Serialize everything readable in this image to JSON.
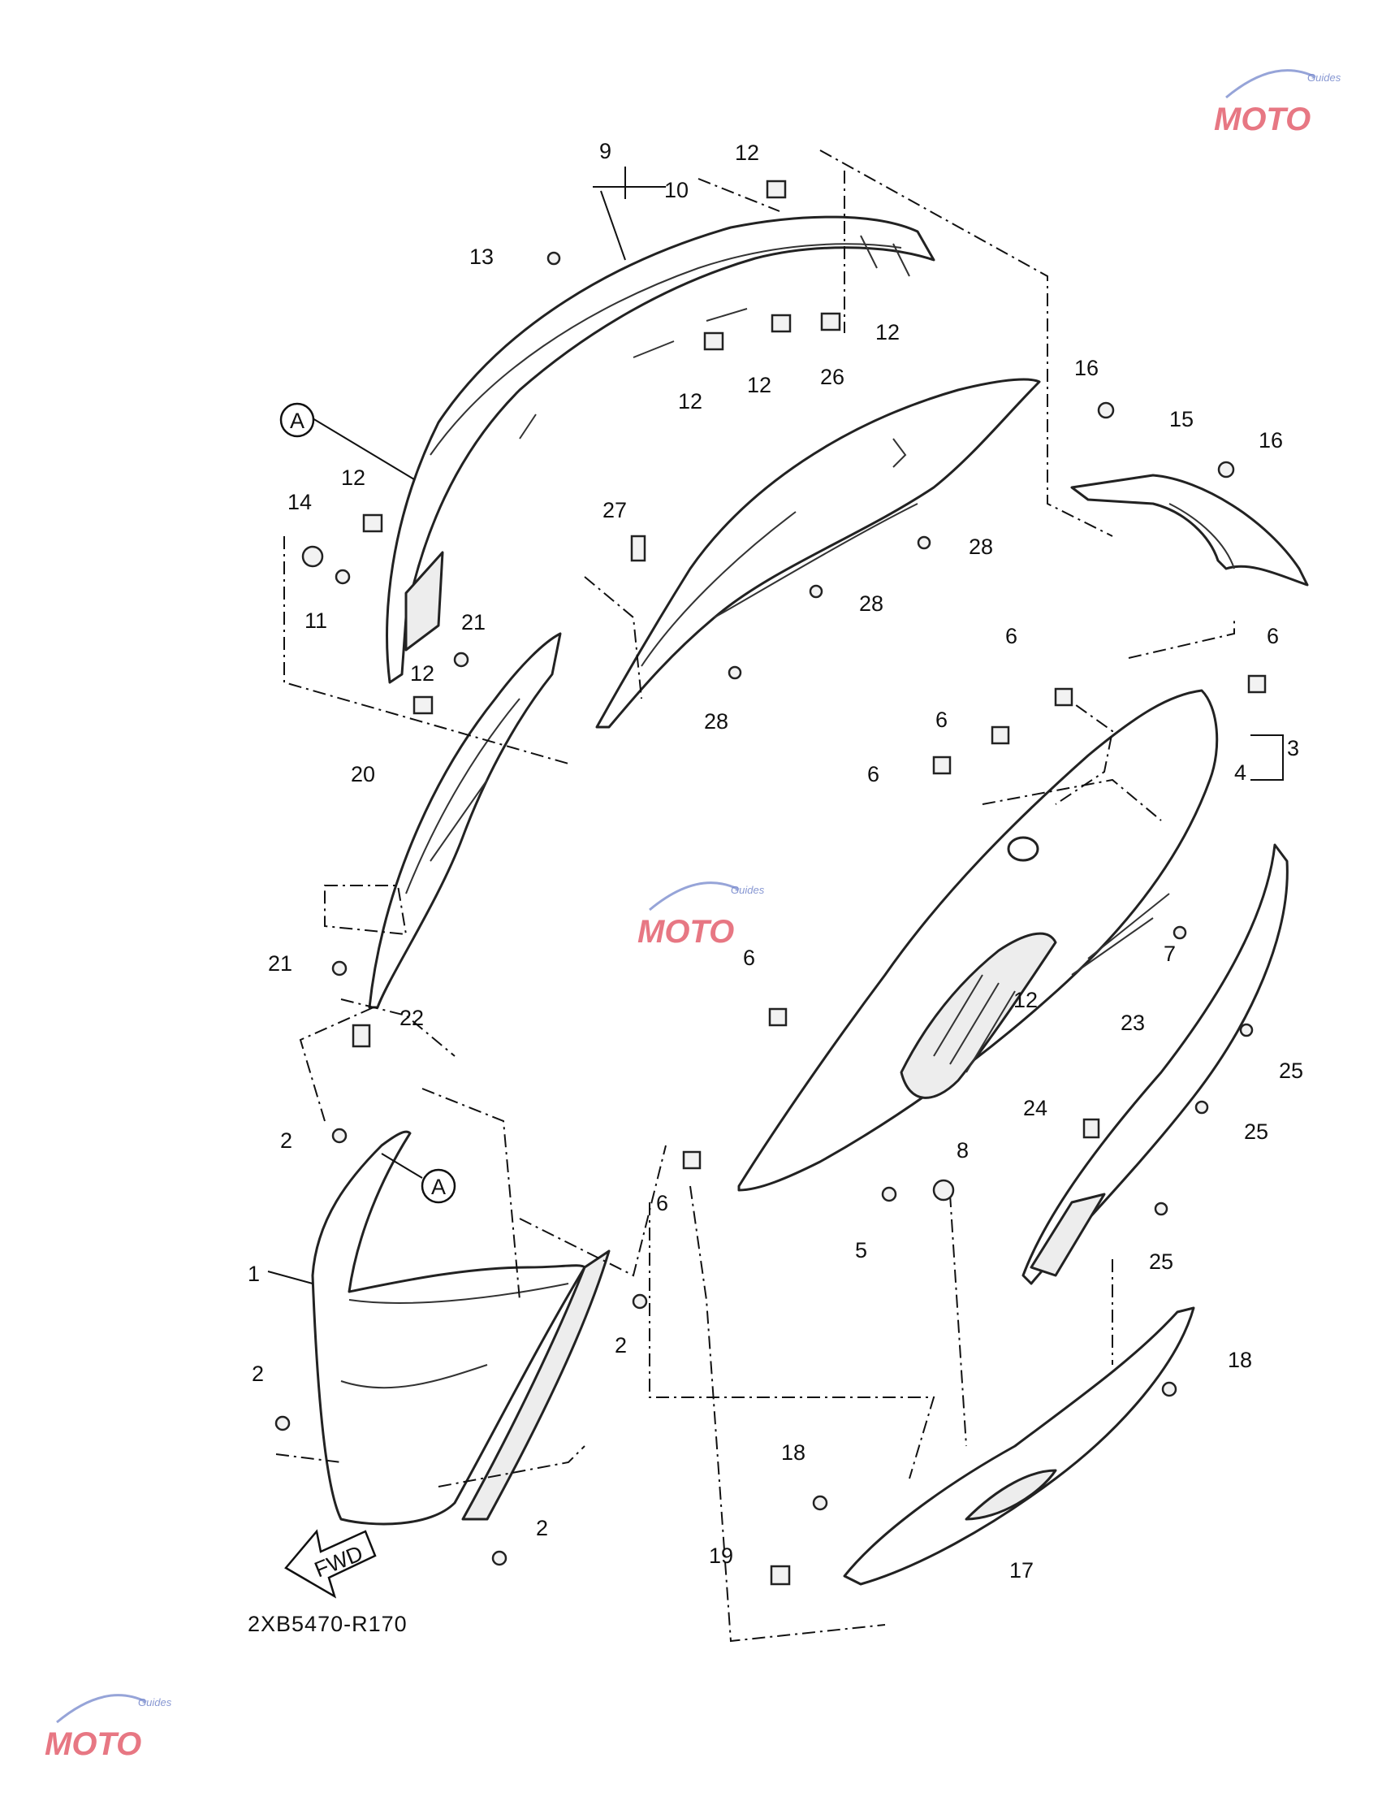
{
  "diagram": {
    "code": "2XB5470-R170",
    "fwd_label": "FWD",
    "ref_marker": "A",
    "watermark": {
      "brand": "MOTO",
      "sub": "Guides"
    },
    "colors": {
      "line": "#222222",
      "watermark_red": "#e04a5a",
      "watermark_blue": "#6a7ec8"
    }
  },
  "callouts": [
    "1",
    "2",
    "2",
    "2",
    "2",
    "3",
    "4",
    "5",
    "6",
    "6",
    "6",
    "6",
    "6",
    "6",
    "7",
    "8",
    "9",
    "10",
    "11",
    "12",
    "12",
    "12",
    "12",
    "12",
    "12",
    "12",
    "13",
    "14",
    "15",
    "16",
    "16",
    "17",
    "18",
    "18",
    "19",
    "20",
    "21",
    "21",
    "22",
    "23",
    "24",
    "25",
    "25",
    "25",
    "26",
    "27",
    "28",
    "28",
    "28"
  ]
}
